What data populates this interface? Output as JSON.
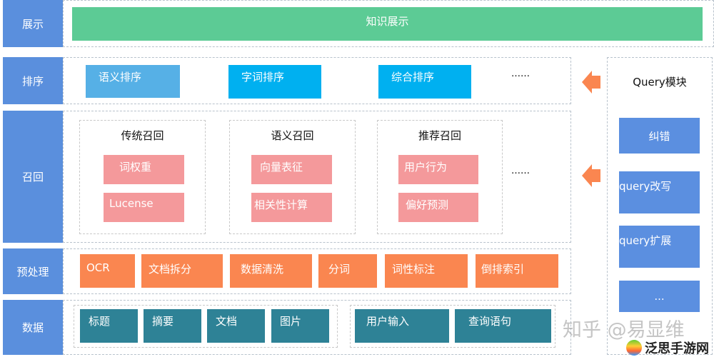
{
  "layers": {
    "display": "展示",
    "sort": "排序",
    "recall": "召回",
    "preprocess": "预处理",
    "data": "数据"
  },
  "display": {
    "bar": "知识展示",
    "color": "#5ccb95"
  },
  "sort": {
    "items": [
      "语义排序",
      "字词排序",
      "综合排序"
    ],
    "more": "……"
  },
  "recall": {
    "groups": [
      {
        "title": "传统召回",
        "items": [
          "词权重",
          "Lucense"
        ]
      },
      {
        "title": "语义召回",
        "items": [
          "向量表征",
          "相关性计算"
        ]
      },
      {
        "title": "推荐召回",
        "items": [
          "用户行为",
          "偏好预测"
        ]
      }
    ],
    "more": "……"
  },
  "preprocess": {
    "items": [
      "OCR",
      "文档拆分",
      "数据清洗",
      "分词",
      "词性标注",
      "倒排索引"
    ]
  },
  "data": {
    "group1": [
      "标题",
      "摘要",
      "文档",
      "图片"
    ],
    "group2": [
      "用户输入",
      "查询语句"
    ]
  },
  "query": {
    "title": "Query模块",
    "items": [
      "纠错",
      "query改写",
      "query扩展",
      "..."
    ]
  },
  "watermark": {
    "text": "知乎 @易显维",
    "logo": "泛思手游网"
  },
  "colors": {
    "layer": "#5a8fdd",
    "sort": "#00b0f0",
    "recall": "#f4999b",
    "preprocess": "#fa8650",
    "data": "#2e8296",
    "query": "#5b8fe0",
    "arrow": "#fa8650"
  }
}
